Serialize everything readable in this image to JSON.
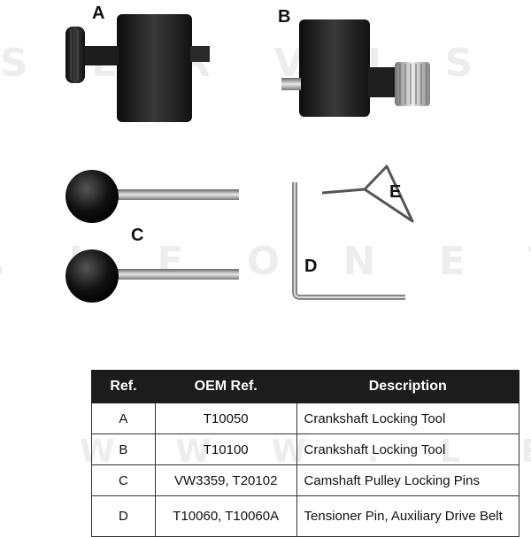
{
  "labels": {
    "a": "A",
    "b": "B",
    "c": "C",
    "d": "D",
    "e": "E"
  },
  "watermarks": [
    "S E R V I S . E S",
    ". L E O N E T S E R V I S",
    "W W W . L E O N E T"
  ],
  "table": {
    "headers": [
      "Ref.",
      "OEM Ref.",
      "Description"
    ],
    "rows": [
      {
        "ref": "A",
        "oem": "T10050",
        "desc": "Crankshaft Locking Tool"
      },
      {
        "ref": "B",
        "oem": "T10100",
        "desc": "Crankshaft Locking Tool"
      },
      {
        "ref": "C",
        "oem": "VW3359, T20102",
        "desc": "Camshaft Pulley Locking Pins"
      },
      {
        "ref": "D",
        "oem": "T10060, T10060A",
        "desc": "Tensioner Pin, Auxiliary Drive Belt"
      }
    ]
  }
}
